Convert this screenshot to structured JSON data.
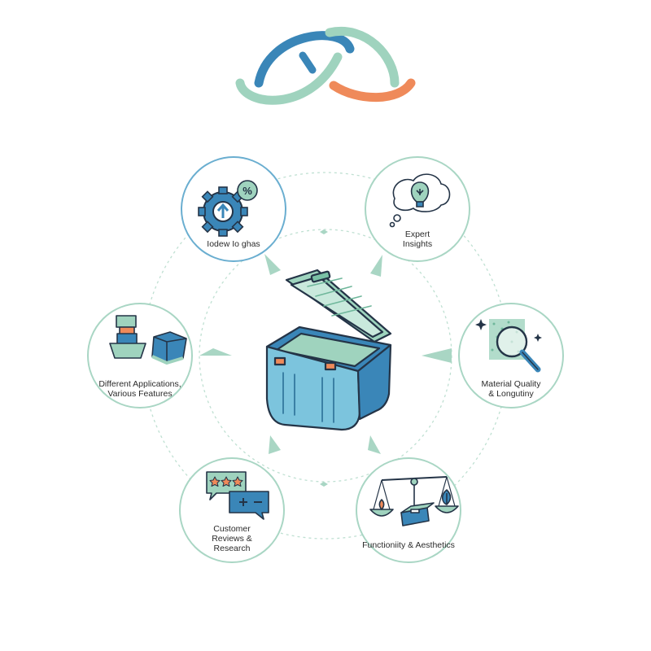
{
  "nodes": {
    "top_left": {
      "lines": [
        "Iodew Io ghas"
      ]
    },
    "top_right": {
      "lines": [
        "Expert",
        "Insights"
      ]
    },
    "mid_left": {
      "lines": [
        "Different Applications,",
        "Various Features"
      ]
    },
    "mid_right": {
      "lines": [
        "Material Quality",
        "& Longutiny"
      ]
    },
    "bottom_left": {
      "lines": [
        "Customer",
        "Reviews &",
        "Research"
      ]
    },
    "bottom_right": {
      "lines": [
        "Functioniity & Aesthetics"
      ]
    }
  },
  "colors": {
    "blue": "#3a86b8",
    "teal": "#8ccbb0",
    "orange": "#ef8a5a",
    "dark": "#243447",
    "ring": "#a9d6c4"
  }
}
